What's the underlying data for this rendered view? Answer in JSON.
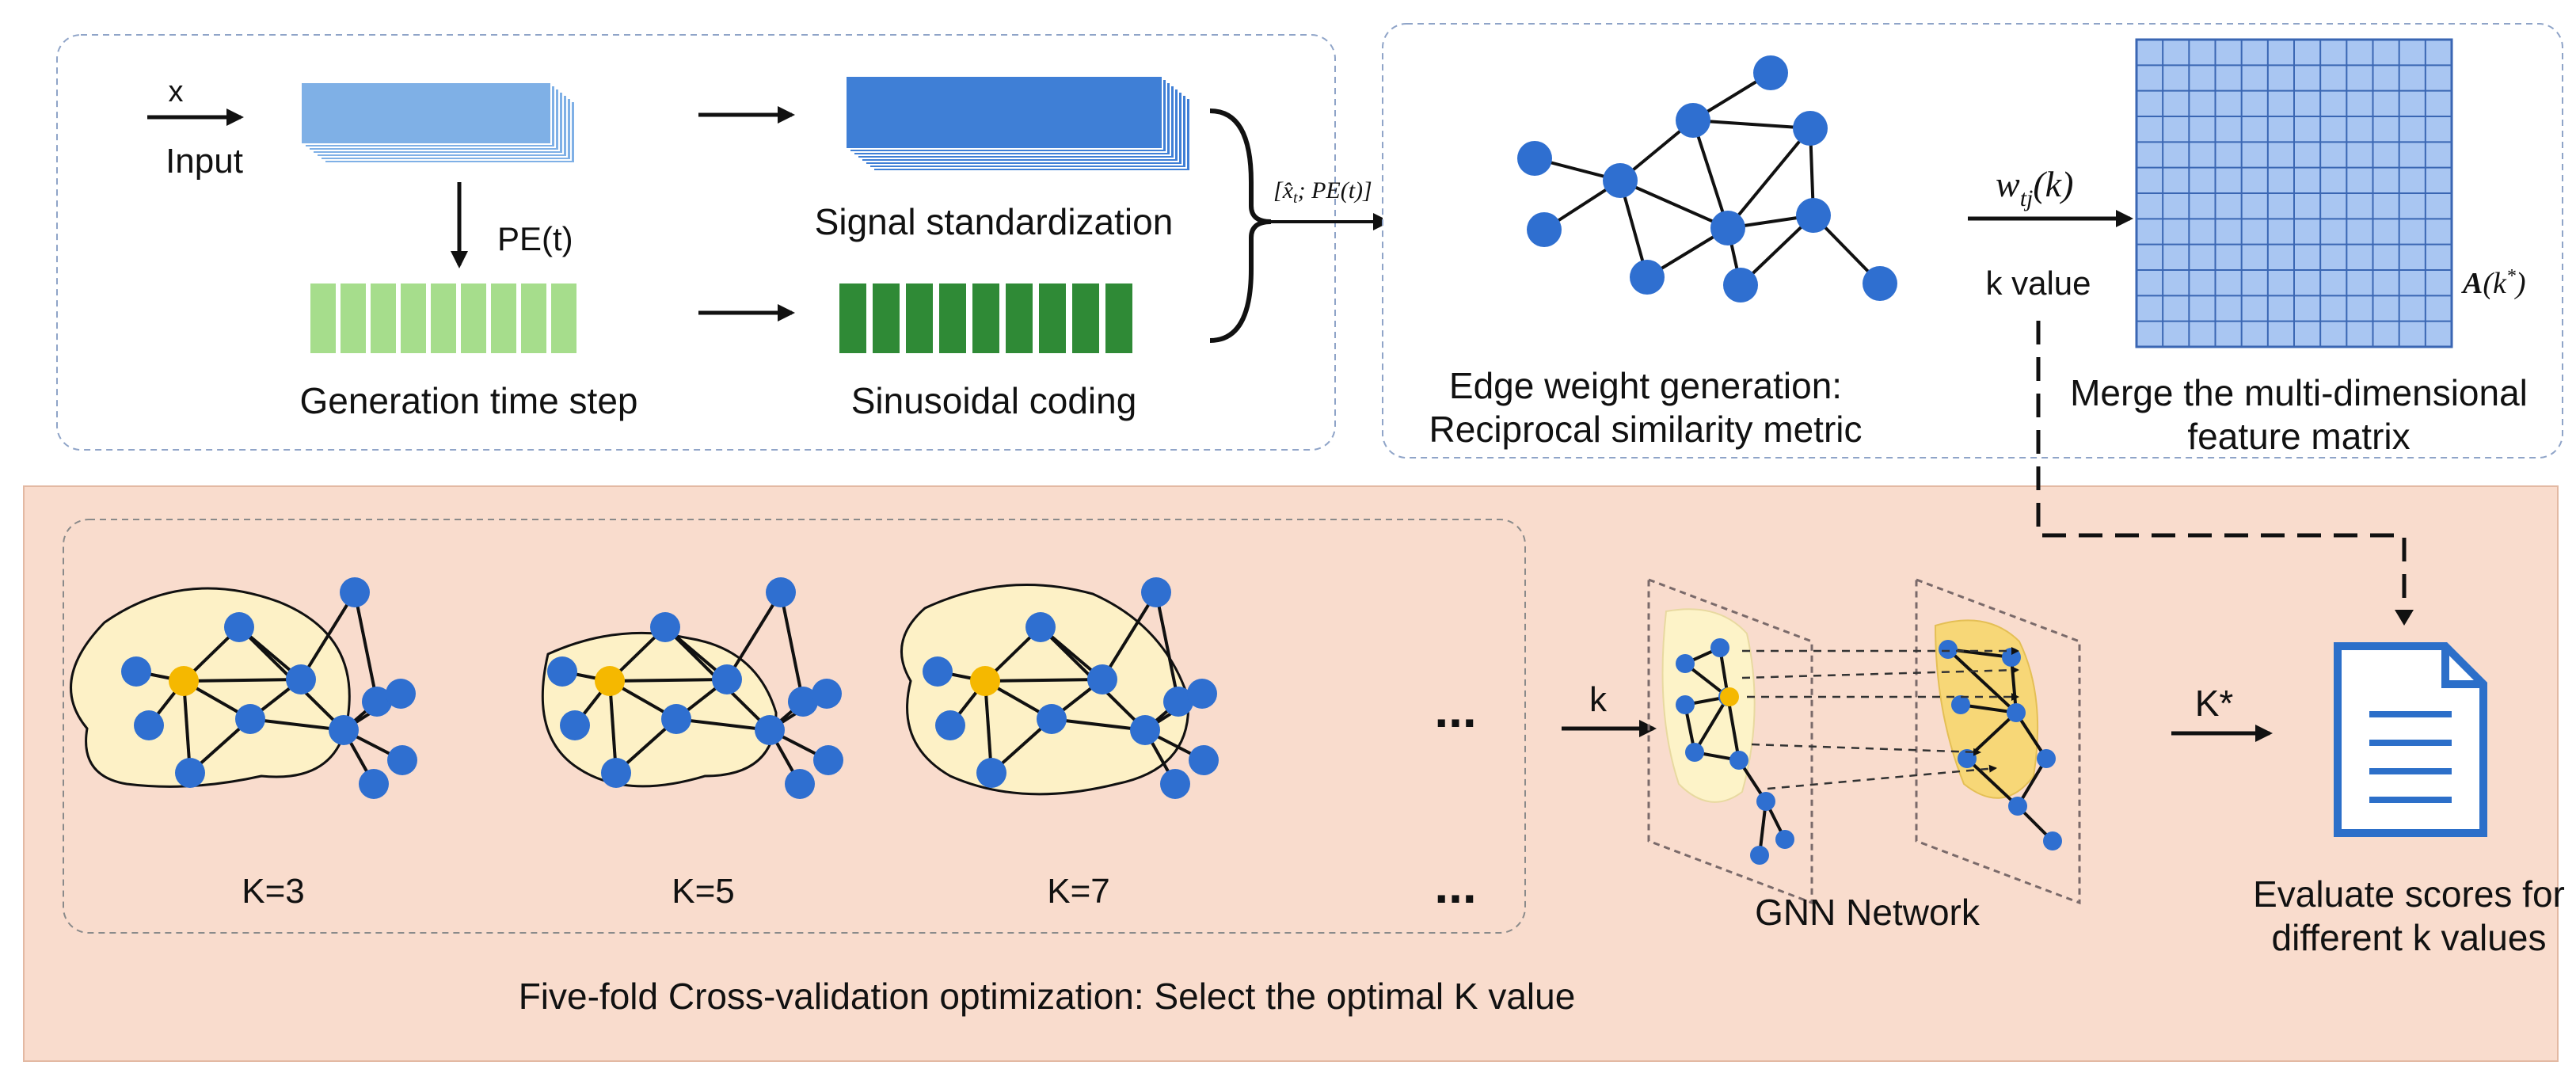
{
  "colors": {
    "panel_border": "#8fa4c8",
    "bottom_bg": "#f9dccd",
    "bottom_border": "#e3b9a3",
    "node": "#2f6fd0",
    "center_node": "#f5b800",
    "cluster_fill": "#fdf1c6",
    "signal_blue": "#3f7fd6",
    "input_blue": "#7fb0e6",
    "light_green": "#a6dd8c",
    "dark_green": "#2f8a36",
    "matrix_fill": "#a9c6f2",
    "matrix_line": "#3a66b3",
    "doc_blue": "#2c6fc9"
  },
  "top_left": {
    "input_x": "x",
    "input_label": "Input",
    "pe_label": "PE(t)",
    "signal_label": "Signal standardization",
    "timestep_label": "Generation time step",
    "sinusoid_label": "Sinusoidal coding",
    "concat_label": "[x̂t; PE(t)]"
  },
  "top_right": {
    "graph_caption_1": "Edge weight generation:",
    "graph_caption_2": "Reciprocal similarity metric",
    "weight_label": "wtj(k)",
    "k_value_label": "k value",
    "matrix_label": "A(k*)",
    "merge_caption_1": "Merge the multi-dimensional",
    "merge_caption_2": "feature matrix"
  },
  "bottom": {
    "graphs": [
      {
        "label": "K=3"
      },
      {
        "label": "K=5"
      },
      {
        "label": "K=7"
      }
    ],
    "ellipsis_top": "...",
    "ellipsis_bottom": "...",
    "k_arrow_label": "k",
    "gnn_label": "GNN Network",
    "kstar_label": "K*",
    "eval_caption_1": "Evaluate scores for",
    "eval_caption_2": "different k values",
    "footer": "Five-fold Cross-validation optimization: Select the optimal K value"
  }
}
